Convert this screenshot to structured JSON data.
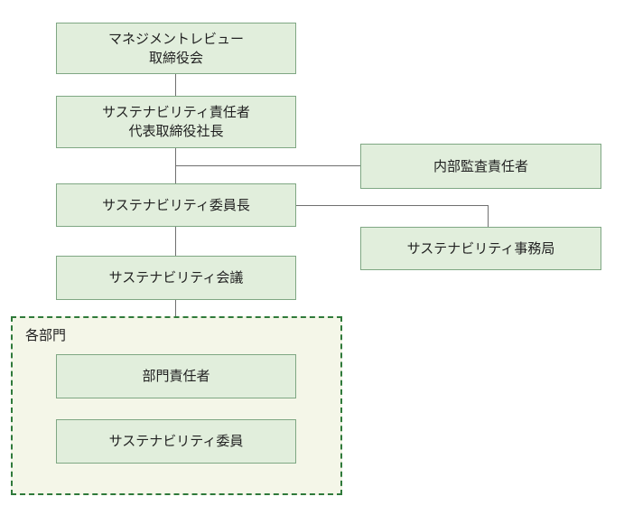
{
  "nodes": {
    "management_review": "マネジメントレビュー\n取締役会",
    "sustainability_officer": "サステナビリティ責任者\n代表取締役社長",
    "internal_audit": "内部監査責任者",
    "committee_chair": "サステナビリティ委員長",
    "secretariat": "サステナビリティ事務局",
    "council": "サステナビリティ会議",
    "department_head": "部門責任者",
    "committee_member": "サステナビリティ委員"
  },
  "group": {
    "label": "各部門"
  },
  "colors": {
    "box_fill": "#e1eedc",
    "box_border": "#7fa783",
    "group_fill": "#f4f6e8",
    "group_border": "#2f7a3a",
    "connector": "#6f6f6f"
  }
}
